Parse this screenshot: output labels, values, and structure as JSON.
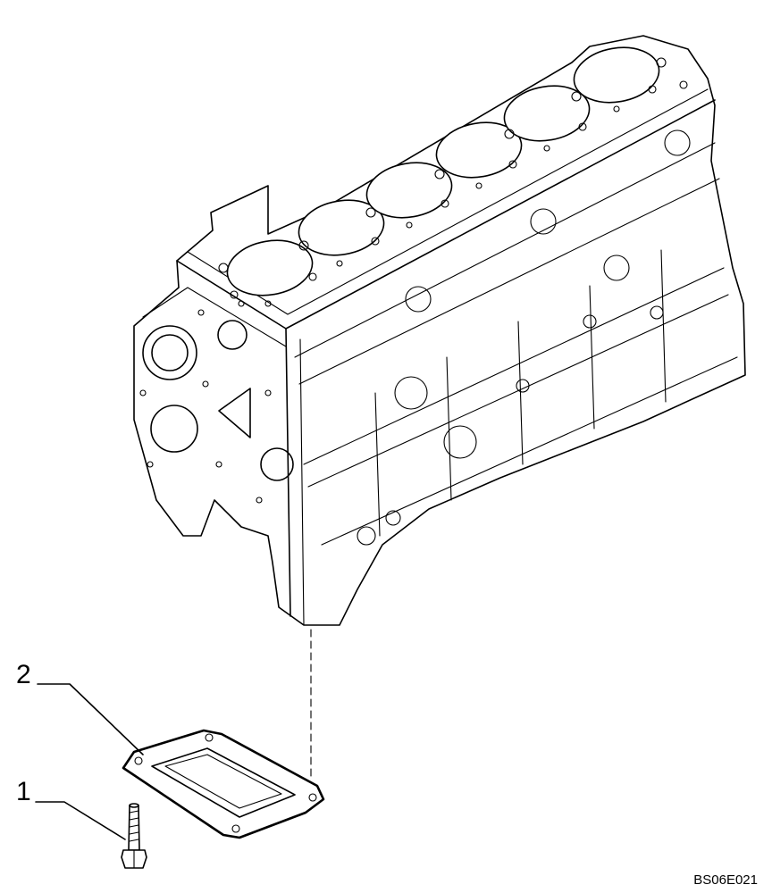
{
  "callouts": [
    {
      "id": 1,
      "label": "1"
    },
    {
      "id": 2,
      "label": "2"
    }
  ],
  "drawing_code": "BS06E021"
}
